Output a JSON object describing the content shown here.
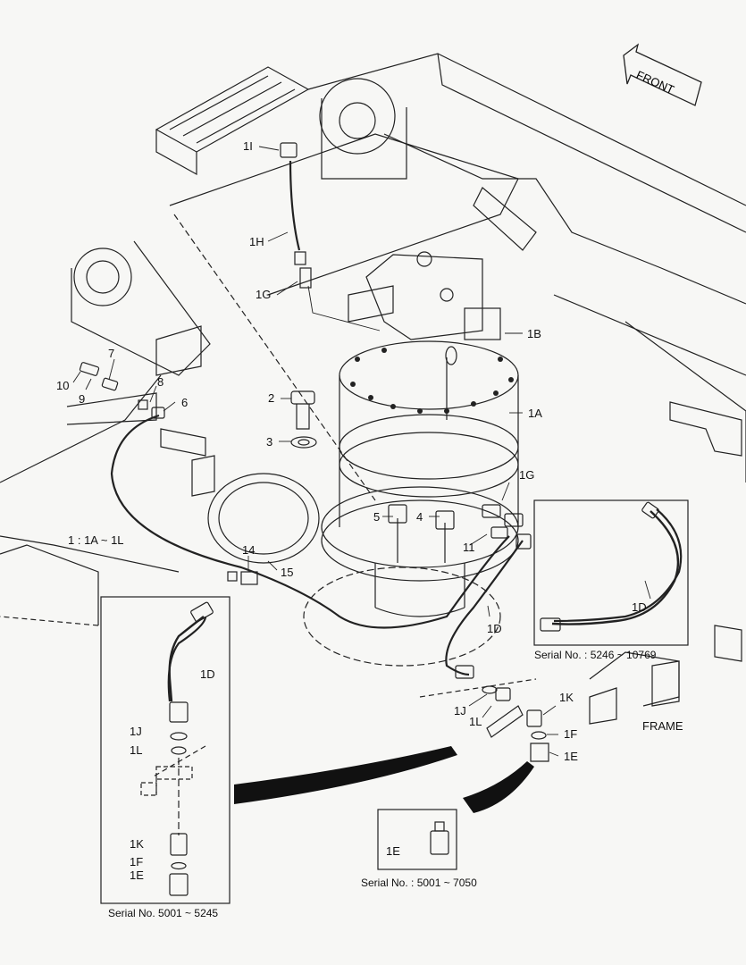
{
  "direction": {
    "front": "FRONT"
  },
  "assembly": {
    "range": "1 : 1A ~ 1L",
    "frame": "FRAME"
  },
  "labels": {
    "1I": "1I",
    "1H": "1H",
    "1G_top": "1G",
    "1B": "1B",
    "1A": "1A",
    "1G_mid": "1G",
    "1D_main": "1D",
    "1J": "1J",
    "1L": "1L",
    "1K": "1K",
    "1F": "1F",
    "1E": "1E",
    "n2": "2",
    "n3": "3",
    "n4": "4",
    "n5": "5",
    "n6": "6",
    "n7": "7",
    "n8": "8",
    "n9": "9",
    "n10": "10",
    "n11": "11",
    "n14": "14",
    "n15": "15"
  },
  "inset_right": {
    "hose_label": "1D",
    "serial": "Serial No. : 5246 ~ 10769"
  },
  "inset_left": {
    "hose_label": "1D",
    "j": "1J",
    "l": "1L",
    "k": "1K",
    "f": "1F",
    "e": "1E",
    "serial": "Serial No. 5001 ~ 5245"
  },
  "inset_bottom": {
    "e": "1E",
    "serial": "Serial No. : 5001 ~ 7050"
  }
}
